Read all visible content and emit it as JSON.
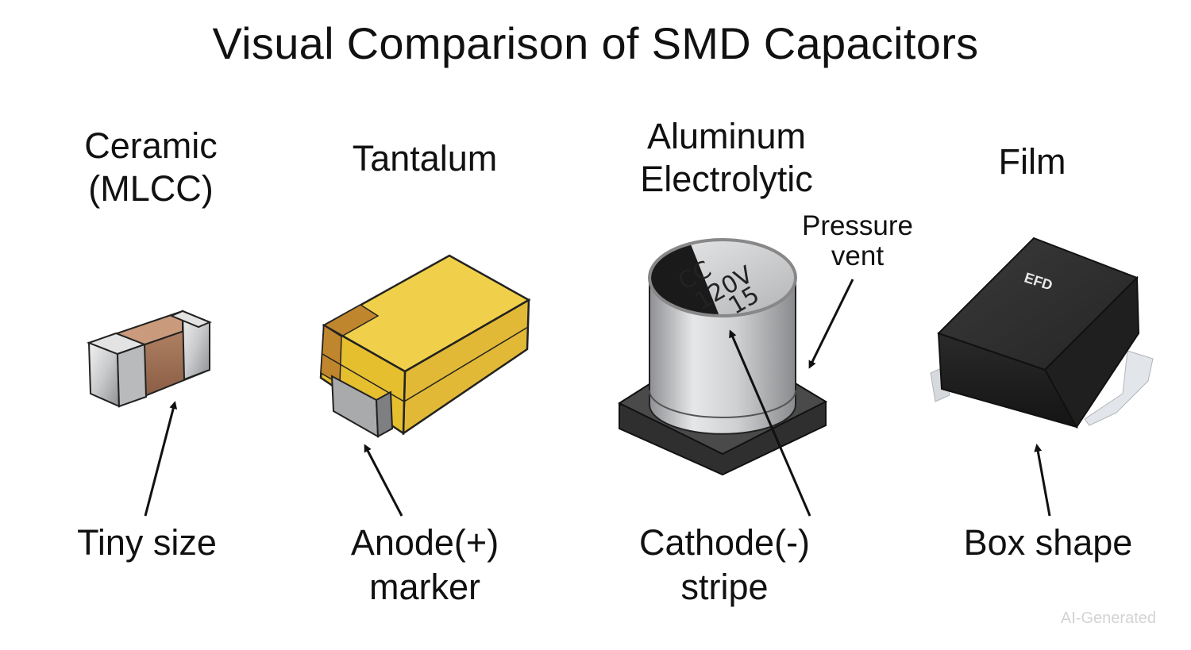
{
  "title": "Visual Comparison of SMD Capacitors",
  "capacitors": [
    {
      "heading": [
        "Ceramic",
        "(MLCC)"
      ],
      "label": [
        "Tiny size"
      ],
      "colors": {
        "body": "#9a6a4e",
        "terminal": "#c9cacc"
      }
    },
    {
      "heading": [
        "Tantalum"
      ],
      "label": [
        "Anode(+)",
        "marker"
      ],
      "colors": {
        "body": "#e6bf2f",
        "stripe": "#c0862d",
        "terminal": "#a9aaac"
      }
    },
    {
      "heading": [
        "Aluminum",
        "Electrolytic"
      ],
      "label": [
        "Cathode(-)",
        "stripe"
      ],
      "side_label": [
        "Pressure",
        "vent"
      ],
      "can_marking": [
        "CC",
        "120V",
        "15"
      ],
      "colors": {
        "can": "#c8c9cb",
        "stripe": "#1a1a1a",
        "base": "#3a3a3a"
      }
    },
    {
      "heading": [
        "Film"
      ],
      "label": [
        "Box shape"
      ],
      "box_marking": "EFD",
      "colors": {
        "body": "#1c1c1c",
        "lead": "#d6d9de"
      }
    }
  ],
  "watermark": "AI-Generated"
}
